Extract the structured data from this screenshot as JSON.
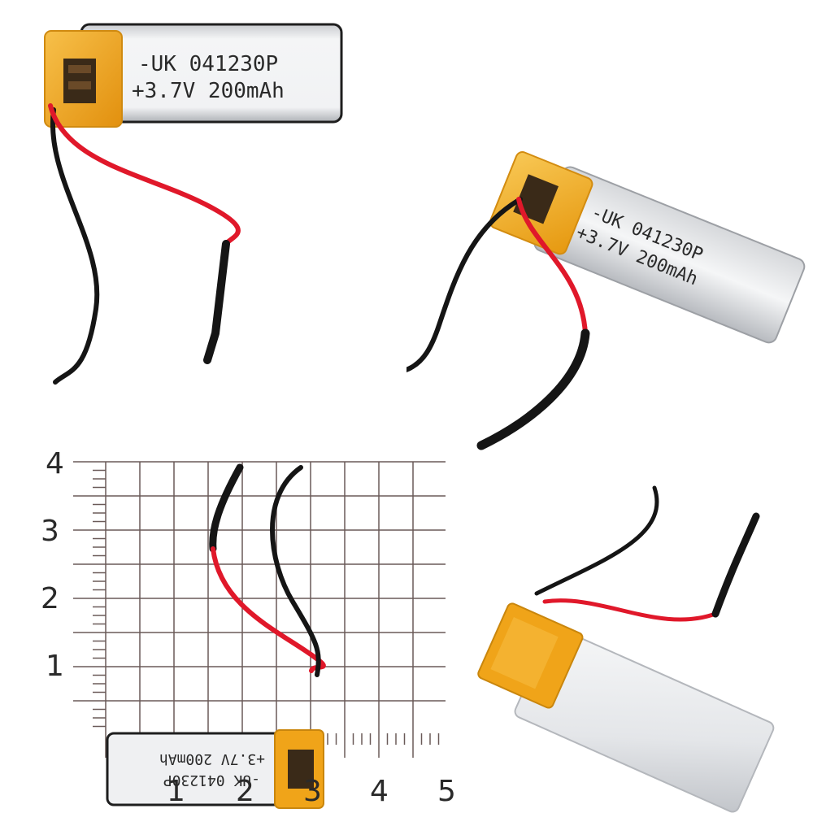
{
  "battery": {
    "line1": "-UK  041230P",
    "line2": "+3.7V 200mAh"
  },
  "ruler": {
    "x_labels": [
      "1",
      "2",
      "3",
      "4",
      "5"
    ],
    "y_labels": [
      "4",
      "3",
      "2",
      "1"
    ]
  },
  "colors": {
    "cell_silver": "#e9eaec",
    "pcm_amber": "#f0a419",
    "wire_red": "#e0182a",
    "wire_black": "#151515",
    "grid_line": "#6a5a58"
  }
}
